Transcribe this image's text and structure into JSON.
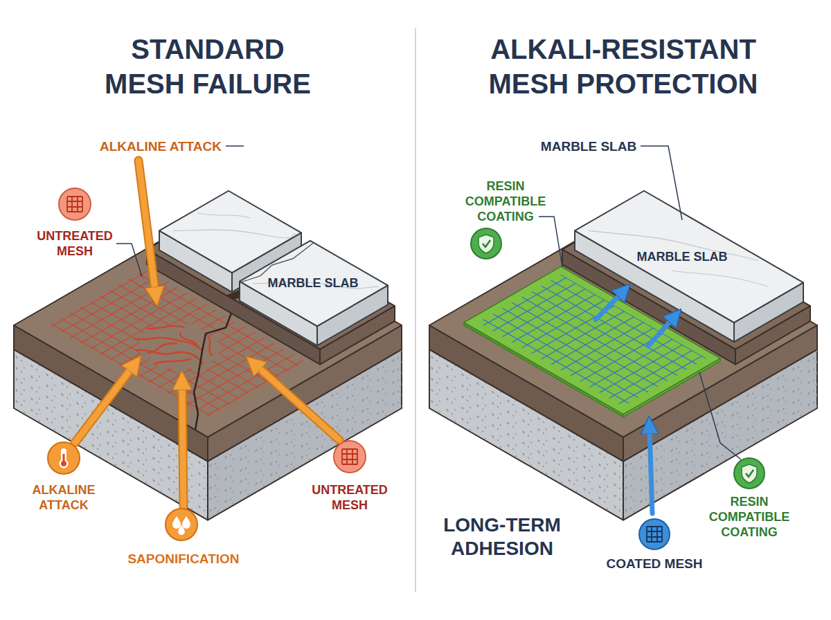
{
  "diagram": {
    "labels": [
      "STANDARD MESH FAILURE",
      "ALKALI-RESISTANT MESH PROTECTION",
      "ALKALINE ATTACK",
      "MARBLE SLAB",
      "UNTREATED MESH",
      "ALKALINE ATTACK",
      "SAPONIFICATION",
      "UNTREATED MESH",
      "MARBLE SLAB",
      "RESIN COMPATIBLE COATING",
      "MARBLE SLAB",
      "LONG-TERM ADHESION",
      "RESIN COMPATIBLE COATING",
      "COATED MESH"
    ]
  }
}
